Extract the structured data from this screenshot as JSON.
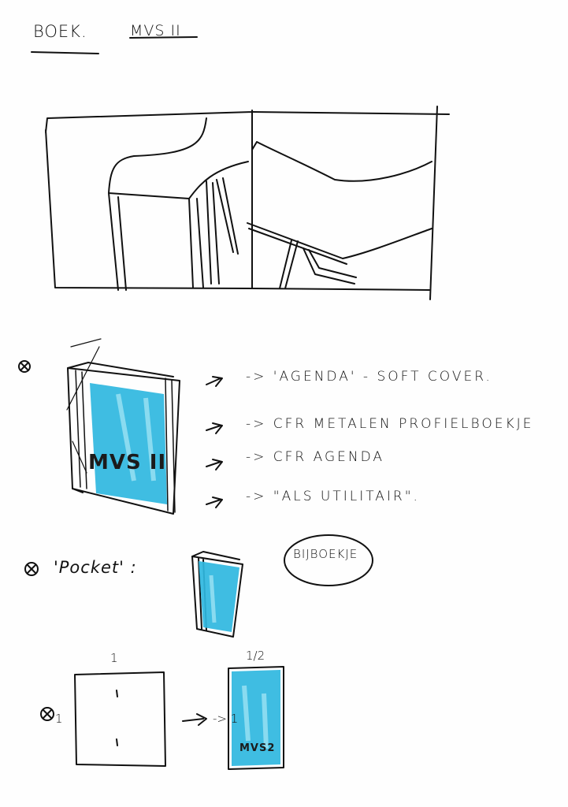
{
  "header": {
    "title": "BOEK.",
    "subtitle": "MVS II"
  },
  "option1": {
    "marker": "⊗",
    "cover_text": "MVS II",
    "notes": [
      "-> 'AGENDA' - SOFT COVER.",
      "-> CFR METALEN PROFIELBOEKJE",
      "-> CFR AGENDA",
      "-> \"ALS UTILITAIR\"."
    ]
  },
  "option2": {
    "marker": "⊗",
    "label": "'Pocket' :",
    "badge": "BIJBOEKJE"
  },
  "option3": {
    "marker": "⊗",
    "left_top_dim": "1",
    "left_side_dim": "1",
    "arrow_dim": "-> 1",
    "right_top_dim": "1/2",
    "cover_text": "MVS2"
  },
  "colors": {
    "ink": "#111111",
    "marker_blue": "#2fb7e0",
    "marker_blue_light": "#7fd6f0"
  }
}
